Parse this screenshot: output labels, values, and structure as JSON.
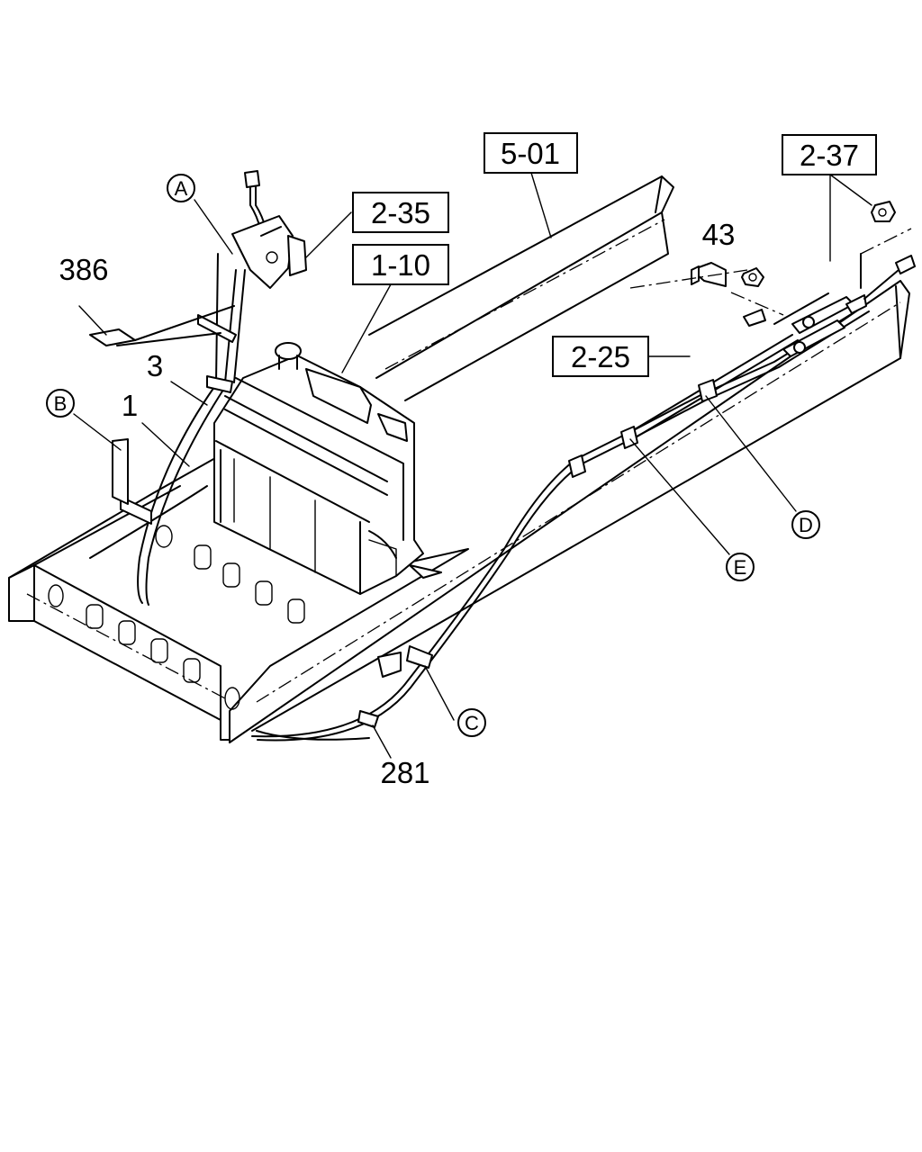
{
  "diagram": {
    "boxed_labels": {
      "l501": "5-01",
      "l237": "2-37",
      "l235": "2-35",
      "l110": "1-10",
      "l225": "2-25"
    },
    "plain_labels": {
      "l43": "43",
      "l386": "386",
      "l3": "3",
      "l1": "1",
      "l281": "281"
    },
    "circled_labels": {
      "a": "A",
      "b": "B",
      "c": "C",
      "d": "D",
      "e": "E"
    }
  }
}
